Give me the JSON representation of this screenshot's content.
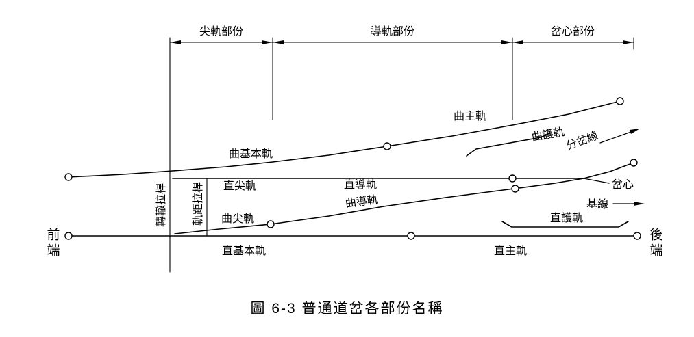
{
  "figure_caption": "圖 6-3 普通道岔各部份名稱",
  "sections": {
    "switch_portion": "尖軌部份",
    "lead_portion": "導軌部份",
    "frog_portion": "岔心部份"
  },
  "labels": {
    "curved_main_rail": "曲主軌",
    "curved_guard_rail": "曲護軌",
    "branch_line": "分岔線",
    "curved_stock_rail": "曲基本軌",
    "straight_switch_rail": "直尖軌",
    "straight_lead_rail": "直導軌",
    "frog_point": "岔心",
    "base_line": "基線",
    "switch_throw_rod": "轉轍拉桿",
    "gauge_rod": "軌距拉桿",
    "curved_switch_rail": "曲尖軌",
    "curved_lead_rail": "曲導軌",
    "straight_guard_rail": "直護軌",
    "straight_stock_rail": "直基本軌",
    "straight_main_rail": "直主軌",
    "front_end": "前端",
    "rear_end": "後端"
  },
  "colors": {
    "line": "#000000",
    "background": "#ffffff"
  }
}
